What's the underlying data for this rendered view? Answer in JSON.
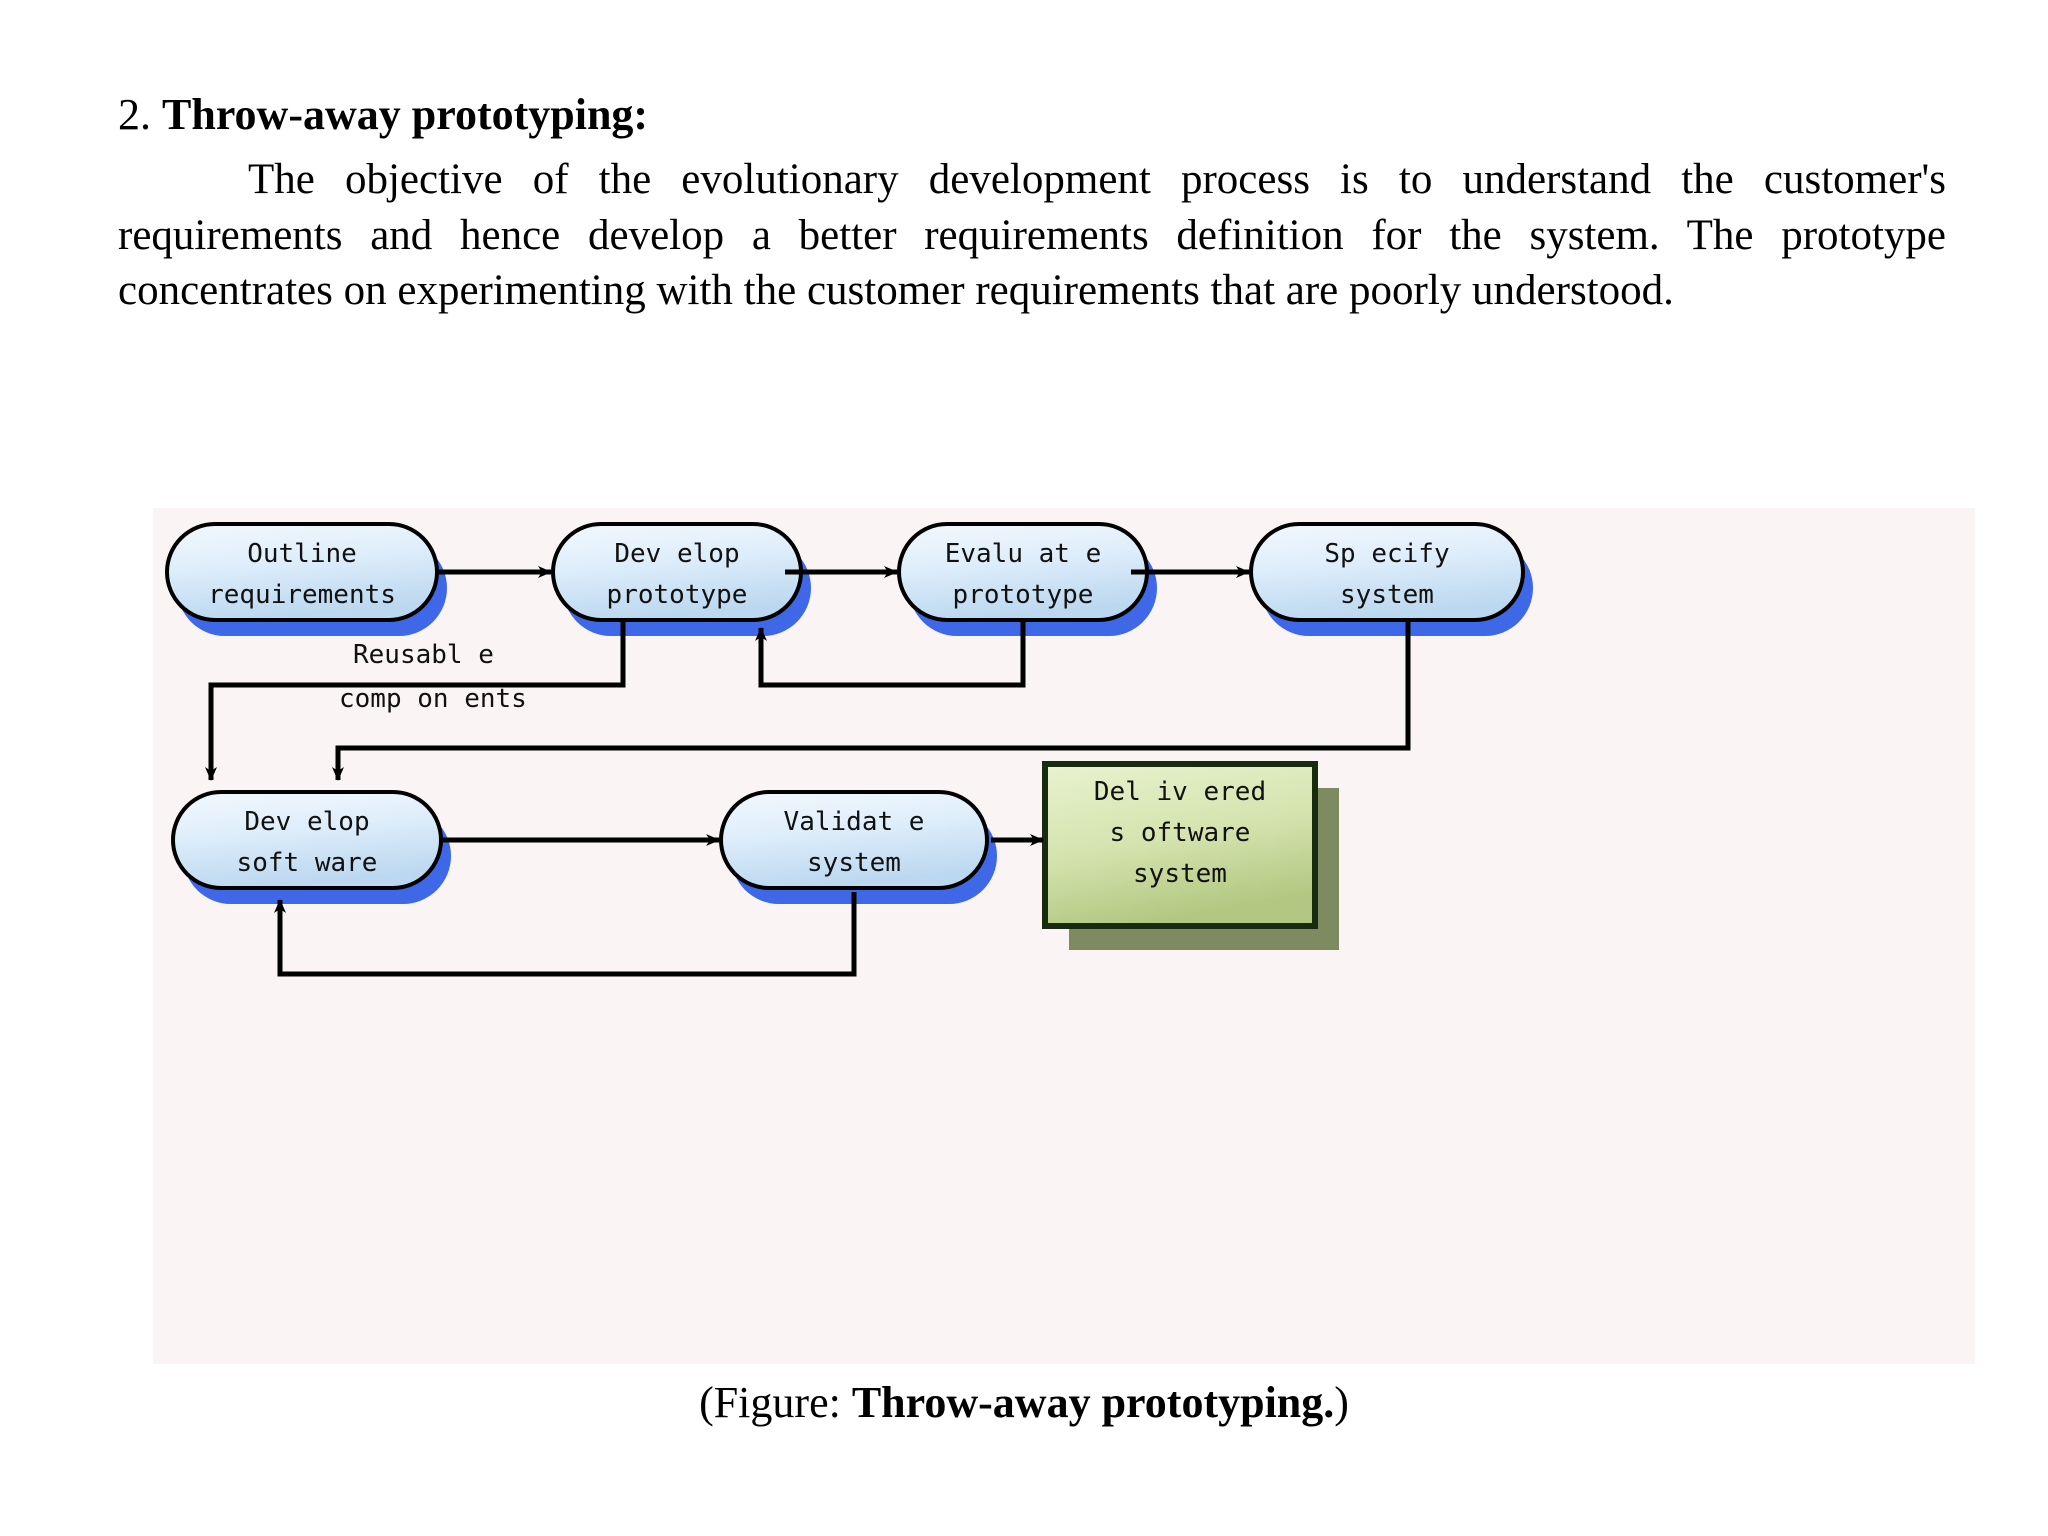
{
  "heading": {
    "number": "2.",
    "title": "Throw-away prototyping:"
  },
  "paragraph": {
    "text": "The objective of the evolutionary development process is to understand the customer's requirements and hence develop a better requirements definition for the system. The prototype concentrates on experimenting with the customer requirements that are poorly understood."
  },
  "figure": {
    "caption_prefix": "(Figure: ",
    "caption_bold": "Throw-away prototyping.",
    "caption_suffix": ")",
    "background_color": "#faf4f5",
    "nodes": [
      {
        "id": "outline-requirements",
        "line1": "Outline",
        "line2": "requirements",
        "shape": "stadium",
        "fill": "#d6e6f7"
      },
      {
        "id": "develop-prototype",
        "line1": "Dev elop",
        "line2": "prototype",
        "shape": "stadium",
        "fill": "#d6e6f7"
      },
      {
        "id": "evaluate-prototype",
        "line1": "Evalu at e",
        "line2": "prototype",
        "shape": "stadium",
        "fill": "#d6e6f7"
      },
      {
        "id": "specify-system",
        "line1": "Sp ecify",
        "line2": "system",
        "shape": "stadium",
        "fill": "#d6e6f7"
      },
      {
        "id": "develop-software",
        "line1": "Dev elop",
        "line2": "soft ware",
        "shape": "stadium",
        "fill": "#d6e6f7"
      },
      {
        "id": "validate-system",
        "line1": "Validat e",
        "line2": "system",
        "shape": "stadium",
        "fill": "#d6e6f7"
      },
      {
        "id": "delivered-software-system",
        "line1": "Del iv ered",
        "line2": "s oftware",
        "line3": "system",
        "shape": "rect",
        "fill": "#cfe0a8"
      }
    ],
    "edge_labels": [
      {
        "id": "reusable-components",
        "line1": "Reusabl e",
        "line2": "comp on ents"
      }
    ],
    "colors": {
      "node_fill_light": "#e8f2fb",
      "node_fill_dark": "#c3dcf2",
      "node_shadow": "#4169e8",
      "node_stroke": "#000000",
      "green_fill_light": "#e4eec4",
      "green_fill_dark": "#b9cf8d",
      "green_shadow": "#7d8a5f",
      "green_stroke": "#1b2b10",
      "edge_stroke": "#000000"
    }
  }
}
